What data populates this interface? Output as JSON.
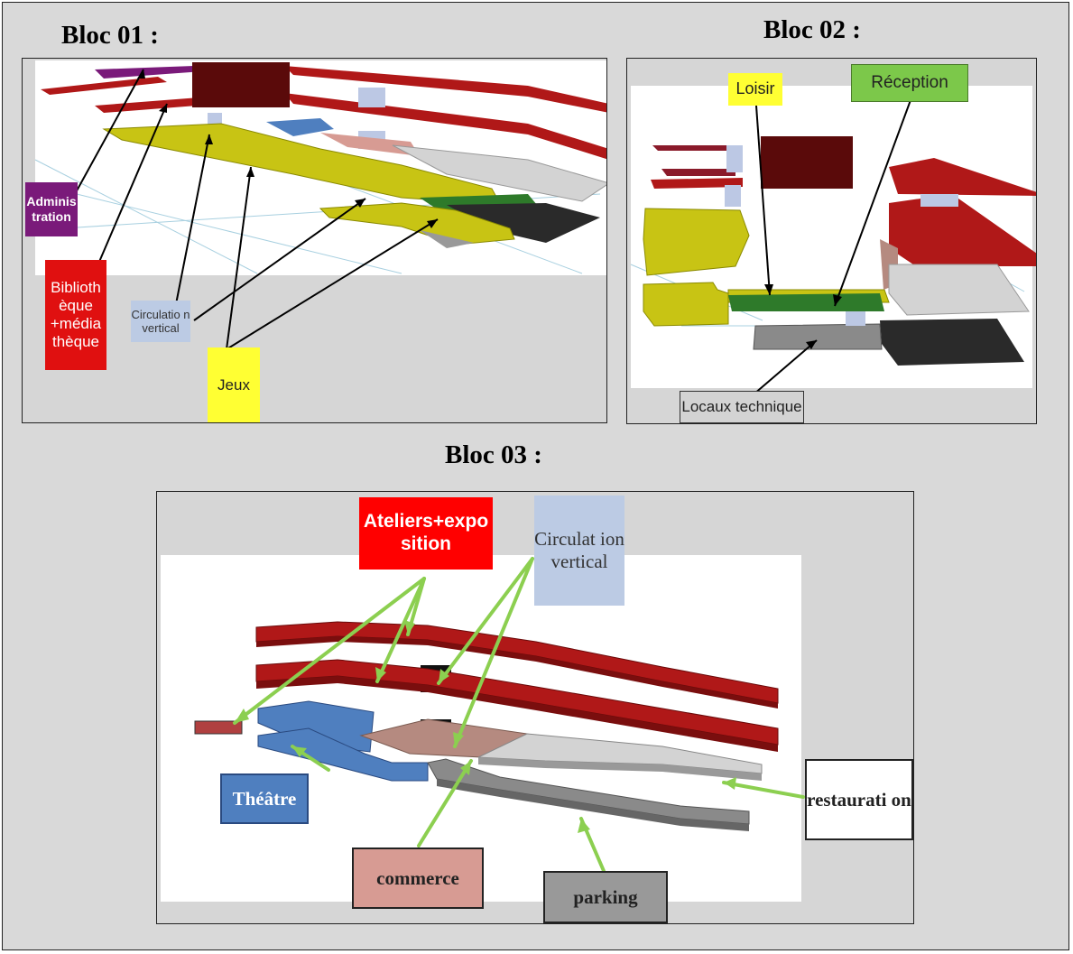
{
  "titles": {
    "bloc1": "Bloc 01 :",
    "bloc2": "Bloc 02 :",
    "bloc3": "Bloc 03 :"
  },
  "bloc1": {
    "labels": {
      "administration": "Adminis tration",
      "bibliotheque": "Biblioth èque +média thèque",
      "circulation": "Circulatio n vertical",
      "jeux": "Jeux"
    }
  },
  "bloc2": {
    "labels": {
      "loisir": "Loisir",
      "reception": "Réception",
      "locaux": "Locaux technique"
    }
  },
  "bloc3": {
    "labels": {
      "ateliers": "Ateliers+expo sition",
      "circulation": "Circulat ion vertical",
      "theatre": "Théâtre",
      "commerce": "commerce",
      "parking": "parking",
      "restauration": "restaurati on"
    }
  },
  "colors": {
    "red": "#b01818",
    "yellow": "#c8c414",
    "blue": "#4f7fbf",
    "green": "#2e7a2a",
    "grey_light": "#d3d3d3",
    "grey_dark": "#2a2a2a",
    "purple": "#7a1a7a",
    "brown": "#5a0a0a",
    "pink": "#d79b93",
    "arrow_green": "#8ccf50"
  }
}
